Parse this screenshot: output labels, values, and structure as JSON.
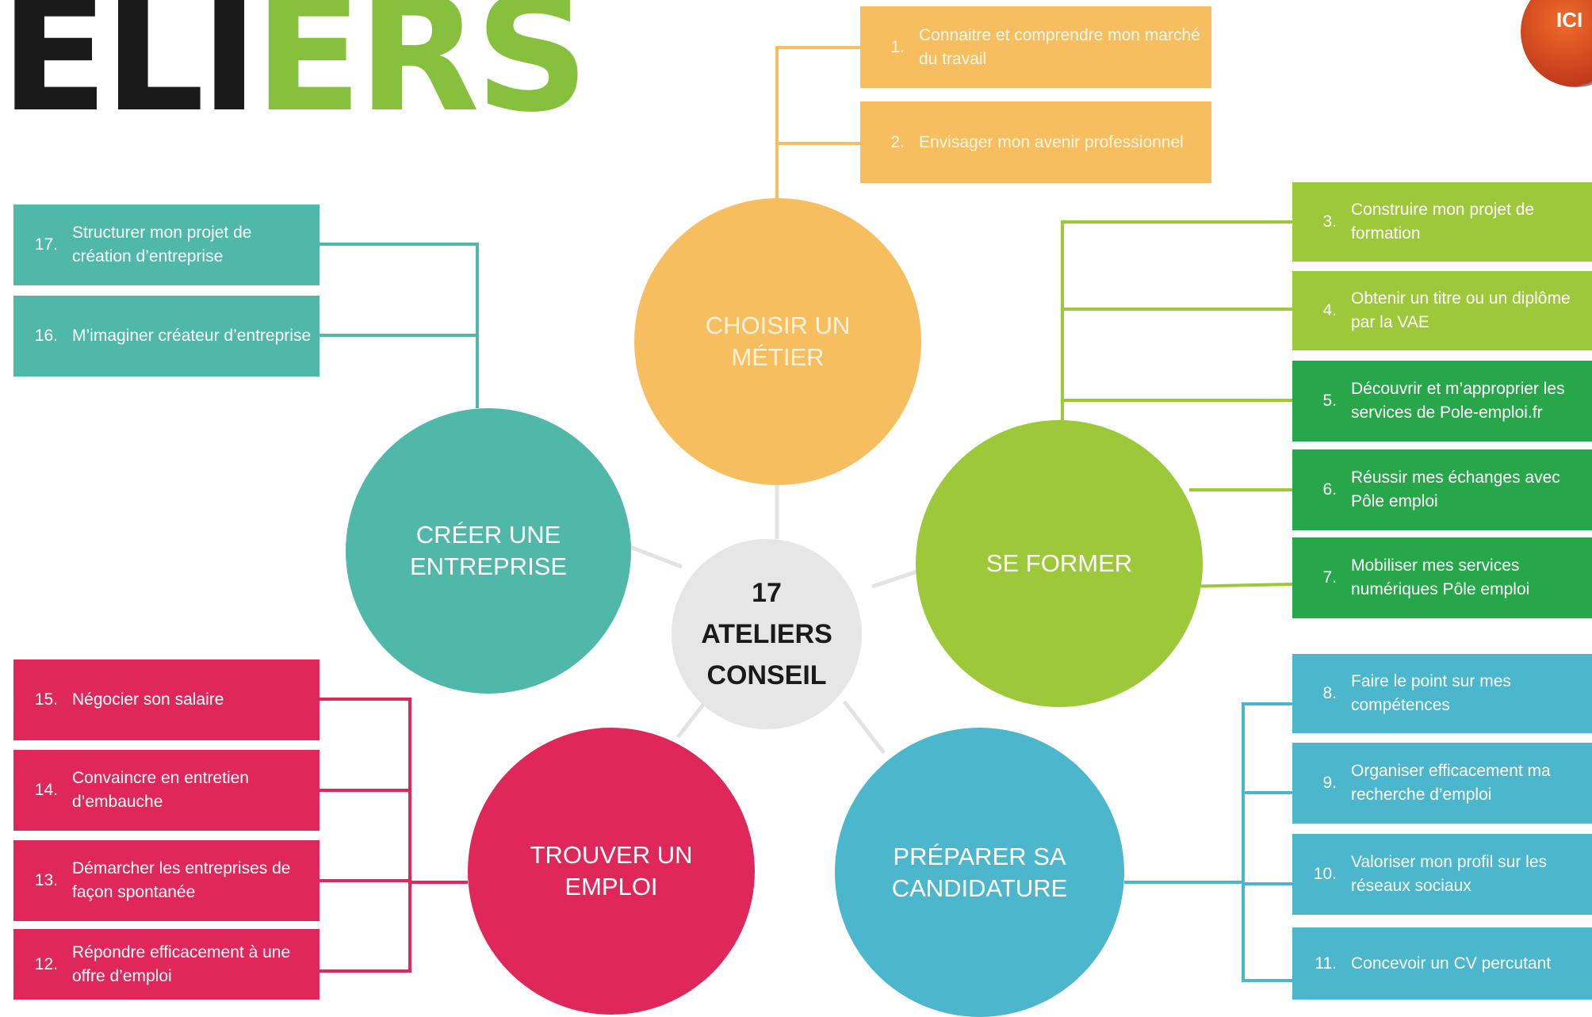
{
  "logo": {
    "part1": "ELI",
    "part2": "ERS"
  },
  "badge": {
    "text": "ICI"
  },
  "center": {
    "label": "17 ATELIERS CONSEIL"
  },
  "themes": {
    "choisir": {
      "label": "CHOISIR UN MÉTIER",
      "color": "#f7be5f"
    },
    "creer": {
      "label": "CRÉER UNE ENTREPRISE",
      "color": "#4fb8a9"
    },
    "former": {
      "label": "SE FORMER",
      "color": "#9cc83a"
    },
    "trouver": {
      "label": "TROUVER UN EMPLOI",
      "color": "#e0275a"
    },
    "preparer": {
      "label": "PRÉPARER SA CANDIDATURE",
      "color": "#4bb6cc"
    }
  },
  "workshops": {
    "w1": {
      "num": "1.",
      "text": "Connaitre et comprendre mon marché du travail"
    },
    "w2": {
      "num": "2.",
      "text": "Envisager mon avenir professionnel"
    },
    "w3": {
      "num": "3.",
      "text": "Construire mon projet de formation"
    },
    "w4": {
      "num": "4.",
      "text": "Obtenir un titre ou un diplôme par la VAE"
    },
    "w5": {
      "num": "5.",
      "text": "Découvrir et m’approprier les services de Pole-emploi.fr"
    },
    "w6": {
      "num": "6.",
      "text": "Réussir mes échanges avec Pôle emploi"
    },
    "w7": {
      "num": "7.",
      "text": "Mobiliser mes services numériques Pôle emploi"
    },
    "w8": {
      "num": "8.",
      "text": "Faire le point sur mes compétences"
    },
    "w9": {
      "num": "9.",
      "text": "Organiser efficacement ma recherche d’emploi"
    },
    "w10": {
      "num": "10.",
      "text": "Valoriser mon profil sur les réseaux sociaux"
    },
    "w11": {
      "num": "11.",
      "text": "Concevoir un CV percutant"
    },
    "w12": {
      "num": "12.",
      "text": "Répondre efficacement à une offre d’emploi"
    },
    "w13": {
      "num": "13.",
      "text": "Démarcher les entreprises de façon spontanée"
    },
    "w14": {
      "num": "14.",
      "text": "Convaincre en entretien d’embauche"
    },
    "w15": {
      "num": "15.",
      "text": "Négocier son salaire"
    },
    "w16": {
      "num": "16.",
      "text": "M’imaginer créateur d’entreprise"
    },
    "w17": {
      "num": "17.",
      "text": "Structurer mon projet de création d’entreprise"
    }
  }
}
